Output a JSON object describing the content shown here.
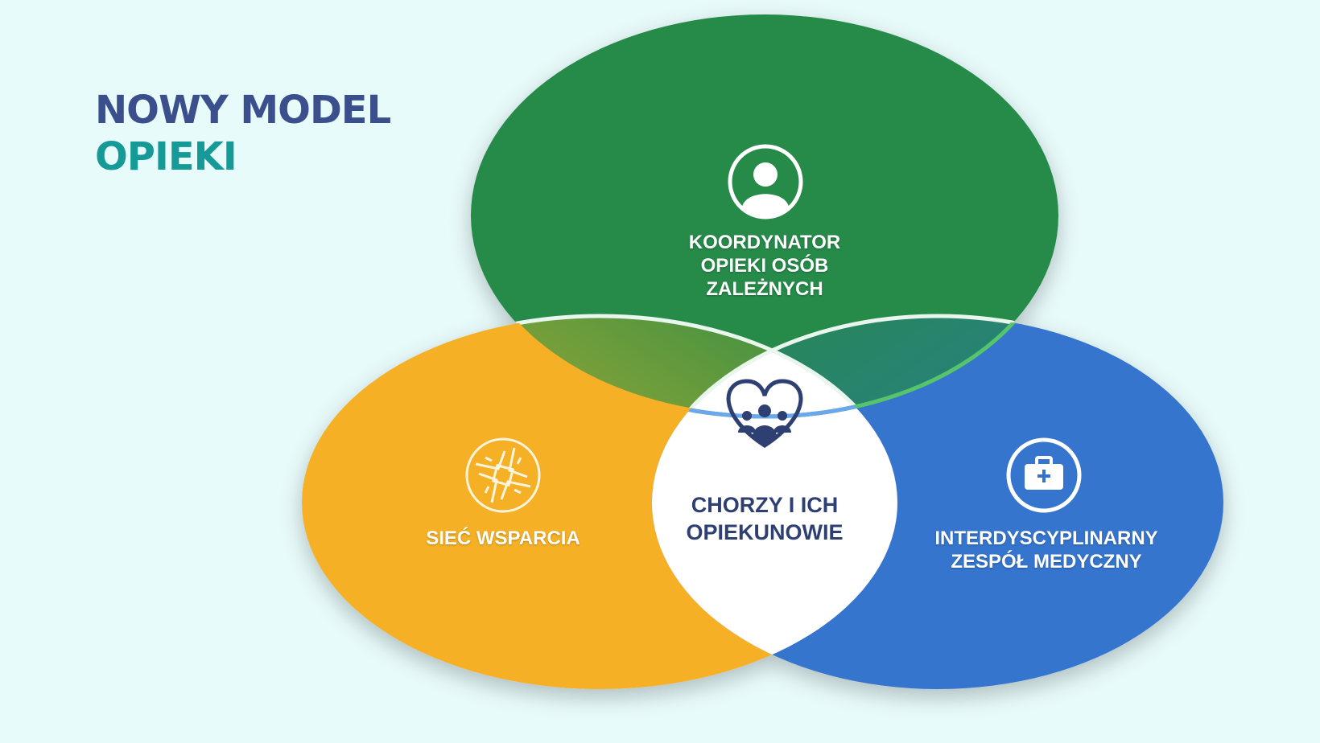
{
  "title": {
    "line1": "NOWY MODEL",
    "line2": "OPIEKI"
  },
  "colors": {
    "green": "#258a4a",
    "orange": "#f5b027",
    "blue": "#3574ce",
    "center": "#ffffff",
    "title_dark": "#3b4f8c",
    "title_teal": "#169a98",
    "center_text": "#2e3f72"
  },
  "circles": {
    "top": {
      "icon": "person-icon",
      "lines": [
        "KOORDYNATOR",
        "OPIEKI OSÓB",
        "ZALEŻNYCH"
      ]
    },
    "left": {
      "icon": "joined-hands-icon",
      "lines": [
        "SIEĆ WSPARCIA"
      ]
    },
    "right": {
      "icon": "medical-kit-icon",
      "lines": [
        "INTERDYSCYPLINARNY",
        "ZESPÓŁ MEDYCZNY"
      ]
    },
    "center": {
      "icon": "heart-family-icon",
      "lines": [
        "CHORZY I ICH",
        "OPIEKUNOWIE"
      ]
    }
  }
}
